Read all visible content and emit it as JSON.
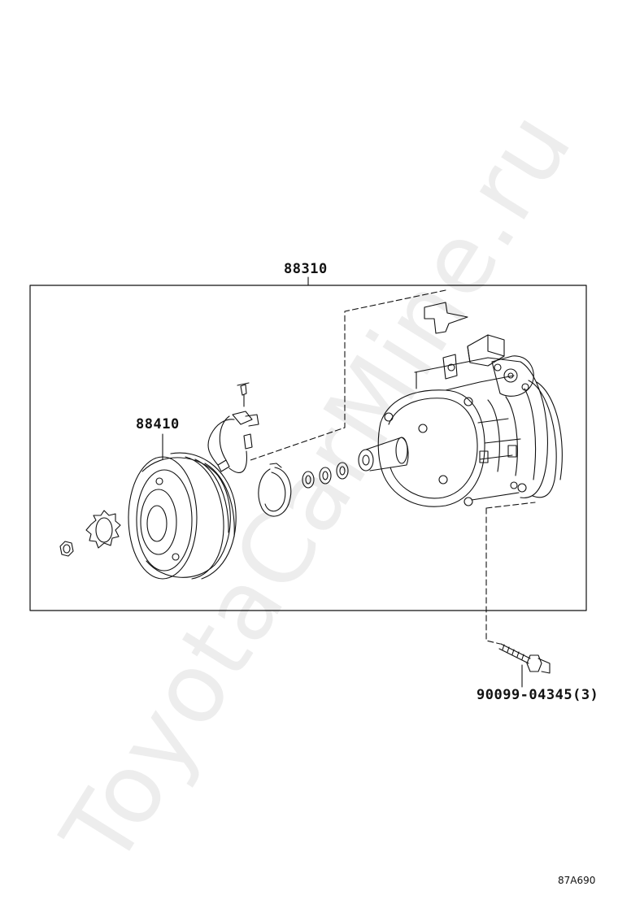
{
  "diagram": {
    "labels": {
      "assembly": "88310",
      "clutch": "88410",
      "bolt": "90099-04345(3)"
    },
    "figure_code": "87A690",
    "watermark": "ToyotaCarMine.ru"
  },
  "colors": {
    "line": "#111111",
    "background": "#ffffff"
  }
}
